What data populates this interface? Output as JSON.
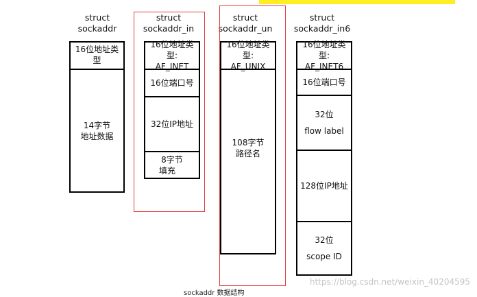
{
  "titles": {
    "sockaddr": [
      "struct",
      "sockaddr"
    ],
    "sockaddr_in": [
      "struct",
      "sockaddr_in"
    ],
    "sockaddr_un": [
      "struct",
      "sockaddr_un"
    ],
    "sockaddr_in6": [
      "struct",
      "sockaddr_in6"
    ]
  },
  "sockaddr": {
    "family": "16位地址类型",
    "data_line1": "14字节",
    "data_line2": "地址数据"
  },
  "sockaddr_in": {
    "family_line1": "16位地址类型:",
    "family_line2": "AF_INET",
    "port": "16位端口号",
    "addr": "32位IP地址",
    "pad_line1": "8字节",
    "pad_line2": "填充"
  },
  "sockaddr_un": {
    "family_line1": "16位地址类型:",
    "family_line2": "AF_UNIX",
    "path_line1": "108字节",
    "path_line2": "路径名"
  },
  "sockaddr_in6": {
    "family_line1": "16位地址类型:",
    "family_line2": "AF_INET6",
    "port": "16位端口号",
    "flow_line1": "32位",
    "flow_line2": "flow label",
    "addr": "128位IP地址",
    "scope_line1": "32位",
    "scope_line2": "scope ID"
  },
  "caption": "sockaddr 数据结构",
  "watermark": "https://blog.csdn.net/weixin_40204595",
  "colors": {
    "highlight_border": "#e23b3b",
    "top_bar": "#ffee22"
  }
}
